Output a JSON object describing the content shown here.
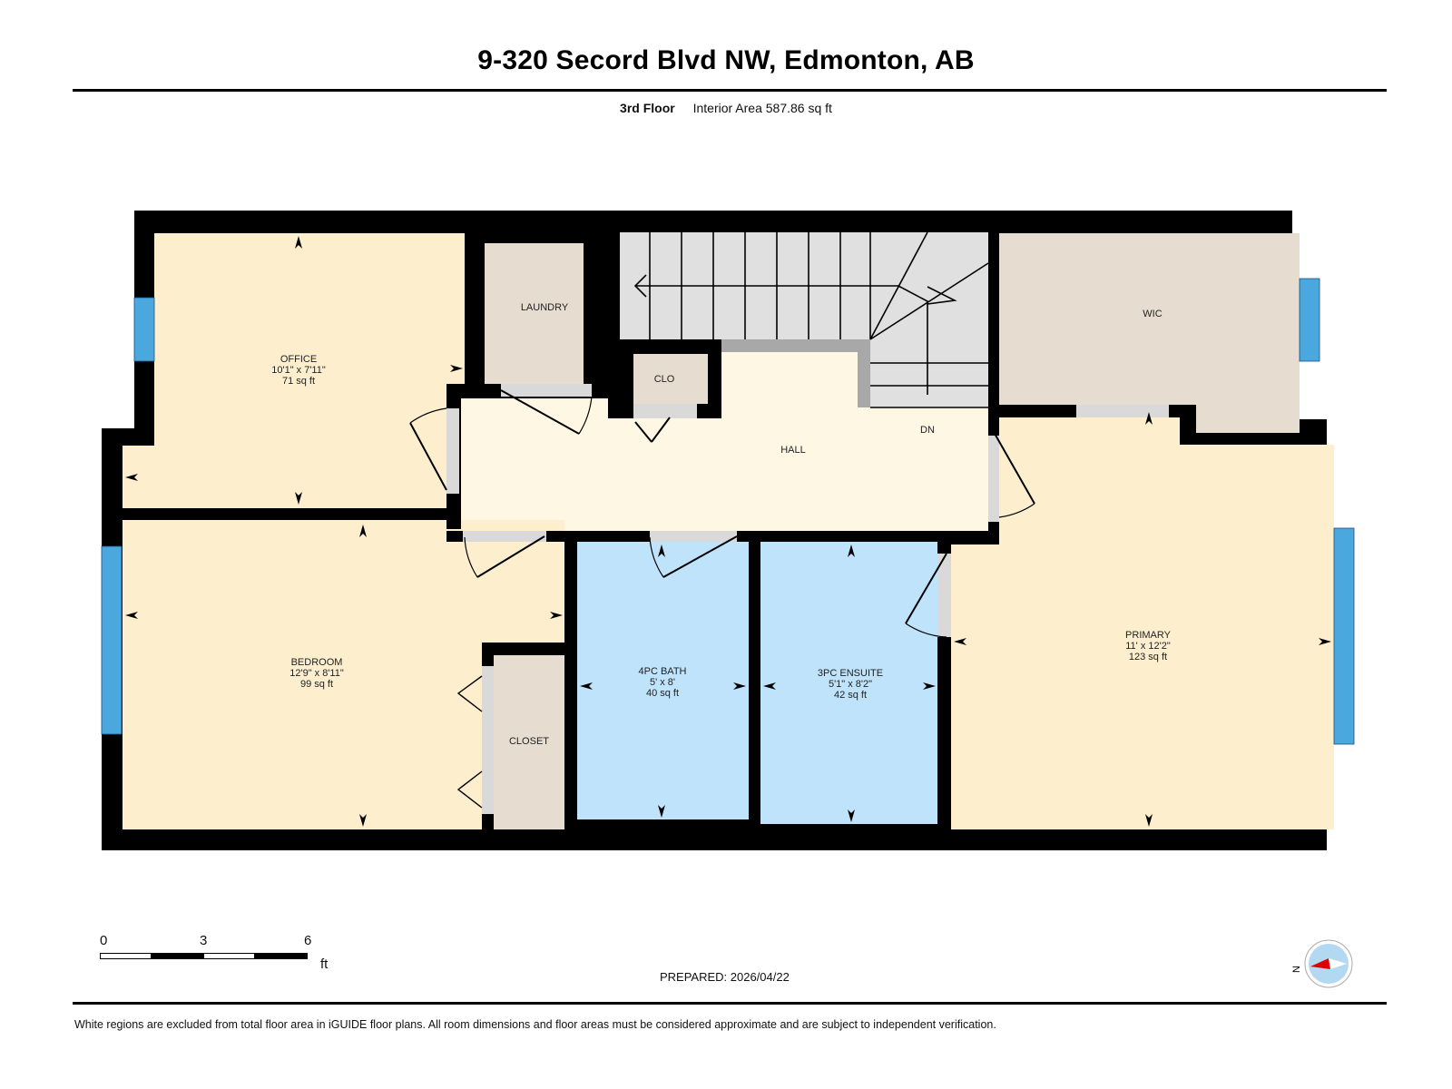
{
  "header": {
    "title": "9-320 Secord Blvd NW, Edmonton, AB",
    "floor_name": "3rd Floor",
    "interior_area": "Interior Area 587.86 sq ft"
  },
  "rooms": {
    "office": {
      "name": "OFFICE",
      "dims": "10'1\" x 7'11\"",
      "area": "71 sq ft"
    },
    "laundry": {
      "name": "LAUNDRY"
    },
    "clo": {
      "name": "CLO"
    },
    "hall": {
      "name": "HALL"
    },
    "stairs": {
      "label": "DN"
    },
    "wic": {
      "name": "WIC"
    },
    "bedroom": {
      "name": "BEDROOM",
      "dims": "12'9\" x 8'11\"",
      "area": "99 sq ft"
    },
    "closet": {
      "name": "CLOSET"
    },
    "bath": {
      "name": "4PC BATH",
      "dims": "5' x 8'",
      "area": "40 sq ft"
    },
    "ensuite": {
      "name": "3PC ENSUITE",
      "dims": "5'1\" x 8'2\"",
      "area": "42 sq ft"
    },
    "primary": {
      "name": "PRIMARY",
      "dims": "11' x 12'2\"",
      "area": "123 sq ft"
    }
  },
  "colors": {
    "wall": "#000000",
    "bedroom_fill": "#fdefcd",
    "hall_fill": "#fef7e3",
    "storage_fill": "#e6ddd0",
    "bath_fill": "#bfe3fa",
    "stair_fill": "#e0e0e0",
    "door_opening": "#d9d9d9",
    "window": "#4aa8de",
    "compass_red": "#e00000",
    "compass_blue": "#b3d9f2"
  },
  "scale_bar": {
    "ticks": [
      "0",
      "3",
      "6"
    ],
    "unit": "ft"
  },
  "compass": {
    "label": "N"
  },
  "footer": {
    "prepared": "PREPARED: 2026/04/22",
    "disclaimer": "White regions are excluded from total floor area in iGUIDE floor plans. All room dimensions and floor areas must be considered approximate and are subject to independent verification."
  }
}
